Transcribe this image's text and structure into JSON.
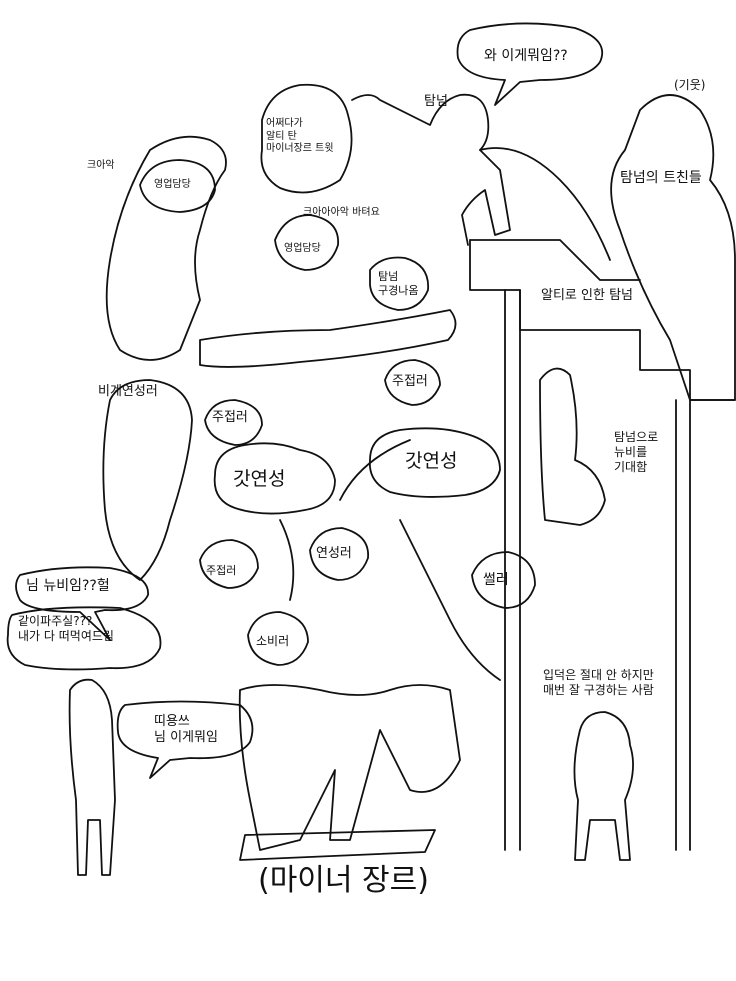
{
  "caption": "(마이너 장르)",
  "colors": {
    "ink": "#111111",
    "paper": "#ffffff"
  },
  "labels": {
    "wow_what": "와 이게뭐임??",
    "tamnum": "탐넘",
    "kiut": "(기웃)",
    "tamnum_friends": "탐넘의 트친들",
    "how_rt": "어쩌다가\n알티 탄\n마이너장르 트윗",
    "kuaak": "크아악",
    "sales_head_1": "영업담당",
    "kuaak_tweet": "크아아아악 바텨요",
    "sales_head_2": "영업담당",
    "tamnum_browse": "탐넘\n구경나옴",
    "rt_tamnum": "알티로 인한 탐넘",
    "noncanon_writer": "비계연성러",
    "jujeop_1": "주접러",
    "jujeop_2": "주접러",
    "god_writer_1": "갓연성",
    "god_writer_2": "갓연성",
    "expect_newbie": "탐넘으로\n뉴비를\n기대함",
    "jujeop_3": "주접러",
    "writer": "연성러",
    "seoller": "썰러",
    "newbie_ask": "님 뉴비임??헐",
    "feed_offer": "같이파주실???\n내가 다 떠먹여드림",
    "consumer": "소비러",
    "browser_person": "입덕은 절대 안 하지만\n매번 잘 구경하는 사람",
    "ttiyongsseu": "띠용쓰\n님 이게뭐임"
  }
}
